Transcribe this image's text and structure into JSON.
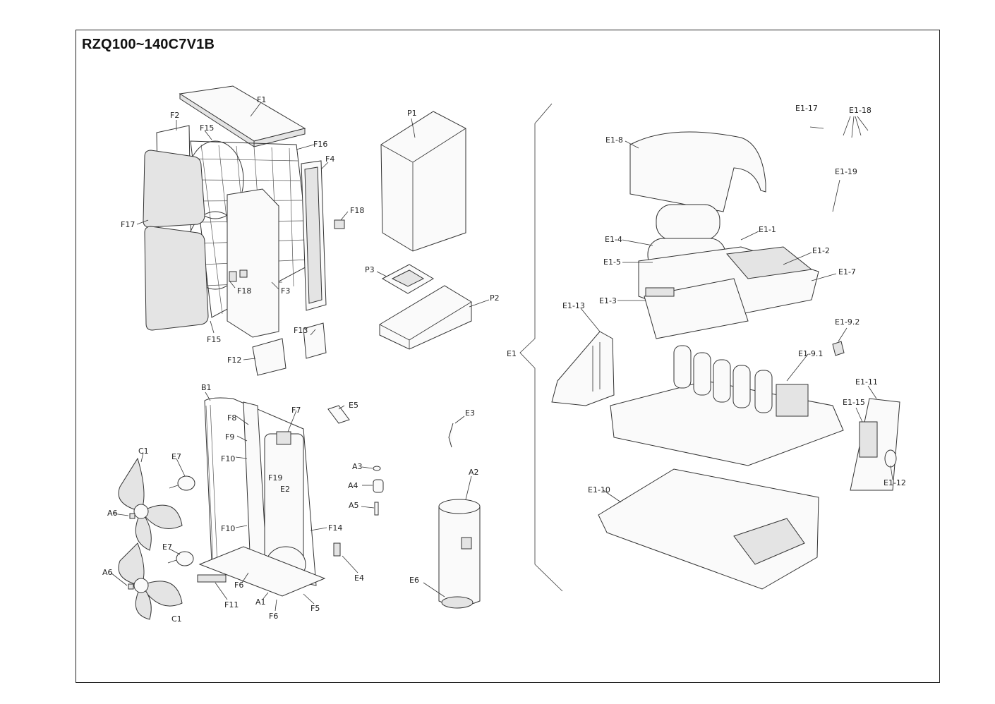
{
  "title": "RZQ100~140C7V1B",
  "labels": {
    "F1": "F1",
    "F2": "F2",
    "F15a": "F15",
    "F16": "F16",
    "F4": "F4",
    "F17": "F17",
    "F18a": "F18",
    "F18b": "F18",
    "F3": "F3",
    "F15b": "F15",
    "F13": "F13",
    "F12": "F12",
    "P1": "P1",
    "P3": "P3",
    "P2": "P2",
    "B1": "B1",
    "F7": "F7",
    "F8": "F8",
    "F9": "F9",
    "F10a": "F10",
    "F10b": "F10",
    "F19": "F19",
    "E2": "E2",
    "F14": "F14",
    "F6a": "F6",
    "F6b": "F6",
    "F11": "F11",
    "A1": "A1",
    "F5": "F5",
    "C1a": "C1",
    "C1b": "C1",
    "E7a": "E7",
    "E7b": "E7",
    "A6a": "A6",
    "A6b": "A6",
    "E5": "E5",
    "E3": "E3",
    "A3": "A3",
    "A4": "A4",
    "A5": "A5",
    "E4": "E4",
    "A2": "A2",
    "E6": "E6",
    "E1": "E1",
    "E1_17": "E1-17",
    "E1_18": "E1-18",
    "E1_8": "E1-8",
    "E1_19": "E1-19",
    "E1_1": "E1-1",
    "E1_4": "E1-4",
    "E1_2": "E1-2",
    "E1_5": "E1-5",
    "E1_7": "E1-7",
    "E1_13": "E1-13",
    "E1_3": "E1-3",
    "E1_9_2": "E1-9.2",
    "E1_9_1": "E1-9.1",
    "E1_11": "E1-11",
    "E1_15": "E1-15",
    "E1_12": "E1-12",
    "E1_10": "E1-10"
  }
}
